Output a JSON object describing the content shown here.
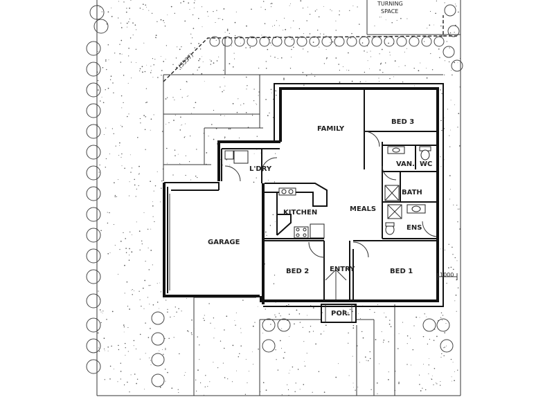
{
  "header": {
    "turning_label": "TURNING",
    "space_label": "SPACE"
  },
  "boundary": {
    "dimension": "(3537)"
  },
  "rooms": {
    "family": "FAMILY",
    "bed3": "BED 3",
    "van": "VAN.",
    "wc": "WC",
    "ldry": "L'DRY",
    "bath": "BATH",
    "kitchen": "KITCHEN",
    "meals": "MEALS",
    "ens": "ENS",
    "garage": "GARAGE",
    "bed2": "BED 2",
    "entry": "ENTRY",
    "bed1": "BED 1",
    "por": "POR."
  },
  "dimensions": {
    "setback": "1000"
  }
}
